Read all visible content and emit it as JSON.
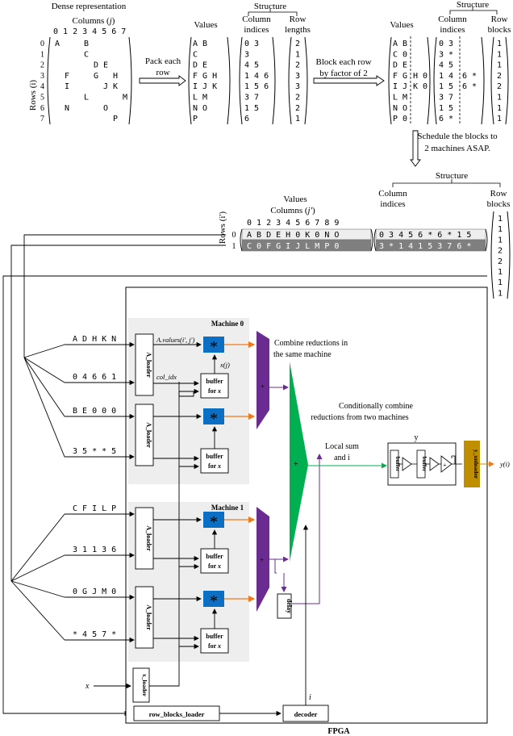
{
  "top": {
    "dense_title": "Dense representation",
    "columns_label_prefix": "Columns (",
    "columns_label_var": "j",
    "columns_label_suffix": ")",
    "col_indices": "0 1 2 3 4 5 6 7",
    "rows_label": "Rows (i)",
    "row_indices": [
      "0",
      "1",
      "2",
      "3",
      "4",
      "5",
      "6",
      "7"
    ],
    "dense_rows": [
      {
        "row": 0,
        "entries": [
          {
            "c": 0,
            "v": "A"
          },
          {
            "c": 3,
            "v": "B"
          }
        ]
      },
      {
        "row": 1,
        "entries": [
          {
            "c": 3,
            "v": "C"
          }
        ]
      },
      {
        "row": 2,
        "entries": [
          {
            "c": 4,
            "v": "D"
          },
          {
            "c": 5,
            "v": "E"
          }
        ]
      },
      {
        "row": 3,
        "entries": [
          {
            "c": 1,
            "v": "F"
          },
          {
            "c": 4,
            "v": "G"
          },
          {
            "c": 6,
            "v": "H"
          }
        ]
      },
      {
        "row": 4,
        "entries": [
          {
            "c": 1,
            "v": "I"
          },
          {
            "c": 5,
            "v": "J"
          },
          {
            "c": 6,
            "v": "K"
          }
        ]
      },
      {
        "row": 5,
        "entries": [
          {
            "c": 3,
            "v": "L"
          },
          {
            "c": 7,
            "v": "M"
          }
        ]
      },
      {
        "row": 6,
        "entries": [
          {
            "c": 1,
            "v": "N"
          },
          {
            "c": 5,
            "v": "O"
          }
        ]
      },
      {
        "row": 7,
        "entries": [
          {
            "c": 6,
            "v": "P"
          }
        ]
      }
    ],
    "pack_label": [
      "Pack each",
      "row"
    ],
    "values_title": "Values",
    "structure_title": "Structure",
    "col_indices_title": [
      "Column",
      "indices"
    ],
    "row_lengths_title": [
      "Row",
      "lengths"
    ],
    "packed_values": [
      "A B",
      "C",
      "D E",
      "F G H",
      "I J K",
      "L M",
      "N O",
      "P"
    ],
    "packed_cols": [
      "0 3",
      "3",
      "4 5",
      "1 4 6",
      "1 5 6",
      "3 7",
      "1 5",
      "6"
    ],
    "row_lengths": [
      "2",
      "1",
      "2",
      "3",
      "3",
      "2",
      "2",
      "1"
    ],
    "block_label": [
      "Block each row",
      "by factor of 2"
    ],
    "blocked_values_left": [
      "A B",
      "C 0",
      "D E",
      "F G",
      "I J",
      "L M",
      "N O",
      "P 0"
    ],
    "blocked_values_right": [
      "",
      "",
      "",
      "H 0",
      "K 0",
      "",
      "",
      ""
    ],
    "blocked_cols_left": [
      "0 3",
      "3 *",
      "4 5",
      "1 4",
      "1 5",
      "3 7",
      "1 5",
      "6 *"
    ],
    "blocked_cols_right": [
      "",
      "",
      "",
      "6 *",
      "6 *",
      "",
      "",
      ""
    ],
    "row_blocks_title": [
      "Row",
      "blocks"
    ],
    "row_blocks": [
      "1",
      "1",
      "1",
      "2",
      "2",
      "1",
      "1",
      "1"
    ],
    "schedule_label": [
      "Schedule the blocks to",
      "2 machines ASAP."
    ]
  },
  "mid": {
    "structure_title": "Structure",
    "values_title": "Values",
    "columns_label_prefix": "Columns (",
    "columns_label_var": "j'",
    "columns_label_suffix": ")",
    "col_indices": "0 1 2 3 4 5 6 7 8 9",
    "col_indices_title": [
      "Column",
      "indices"
    ],
    "row_blocks_title": [
      "Row",
      "blocks"
    ],
    "rows_label": "Rows (i')",
    "row_ids": [
      "0",
      "1"
    ],
    "values_rows": [
      "A B D E H 0 K 0 N O",
      "C 0 F G I J L M P 0"
    ],
    "cols_rows": [
      "0 3 4 5 6 * 6 * 1 5",
      "3 * 1 4 1 5 3 7 6 *"
    ],
    "row_blocks": [
      "1",
      "1",
      "1",
      "2",
      "2",
      "1",
      "1",
      "1"
    ]
  },
  "fpga": {
    "label": "FPGA",
    "machine0_title": "Machine 0",
    "machine1_title": "Machine 1",
    "streams": [
      "A D H K N",
      "0 4 6 6 1",
      "B E 0 0 0",
      "3 5 * * 5",
      "C F I L P",
      "3 1 1 3 6",
      "0 G J M 0",
      "* 4 5 7 *"
    ],
    "a_loader_label": "A_loader",
    "buffer_label_1": "buffer",
    "buffer_label_2_prefix": "for ",
    "buffer_label_2_var": "x",
    "mult_symbol": "*",
    "plus_symbol": "+",
    "avalues_label": "A.values(i', j')",
    "xj_label": "x(j)",
    "colidx_label": "col_idx",
    "combine_same_label": [
      "Combine reductions in",
      "the same machine"
    ],
    "combine_two_label": [
      "Conditionally combine",
      "reductions from two machines"
    ],
    "local_sum_label": [
      "Local sum",
      "and i"
    ],
    "y_label": "y",
    "buffer_plain": "buffer",
    "y_unloader_label": "y_unloader",
    "yi_label": "y(i)",
    "delay_label": "delay",
    "x_input_label": "x",
    "x_loader_label": "x_loader",
    "row_blocks_loader_label": "row_blocks_loader",
    "decoder_label": "decoder",
    "i_label": "i"
  },
  "colors": {
    "blue": "#0c6fc4",
    "purple": "#6a2c91",
    "green": "#00b050",
    "orange": "#f07a1a",
    "gold": "#bf8f00",
    "shade": "#eeeeee",
    "dark_row": "#7f7f7f"
  }
}
